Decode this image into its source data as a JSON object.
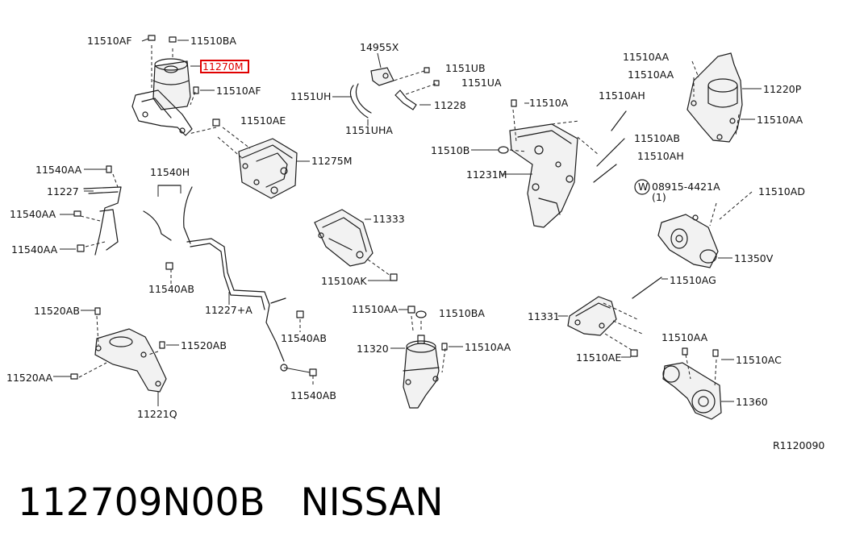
{
  "diagram": {
    "labels": {
      "l_11510AF_top": "11510AF",
      "l_11510BA_top": "11510BA",
      "l_11270M": "11270M",
      "l_11510AF_mid": "11510AF",
      "l_11510AE_top": "11510AE",
      "l_14955X": "14955X",
      "l_1151UB": "1151UB",
      "l_1151UA": "1151UA",
      "l_1151UH": "1151UH",
      "l_11228": "11228",
      "l_1151UHA": "1151UHA",
      "l_11275M": "11275M",
      "l_11510A": "11510A",
      "l_11510AH_1": "11510AH",
      "l_11510AB": "11510AB",
      "l_11510AH_2": "11510AH",
      "l_11510B": "11510B",
      "l_11231M": "11231M",
      "l_11510AA_tr1": "11510AA",
      "l_11510AA_tr2": "11510AA",
      "l_11220P": "11220P",
      "l_11510AA_tr3": "11510AA",
      "l_08915": "08915-4421A",
      "l_08915_qty": "(1)",
      "l_11510AD": "11510AD",
      "l_11350V": "11350V",
      "l_11540AA_1": "11540AA",
      "l_11227": "11227",
      "l_11540AA_2": "11540AA",
      "l_11540AA_3": "11540AA",
      "l_11540H": "11540H",
      "l_11540AB_1": "11540AB",
      "l_11333": "11333",
      "l_11510AK": "11510AK",
      "l_11227A": "11227+A",
      "l_11540AB_2": "11540AB",
      "l_11540AB_3": "11540AB",
      "l_11510AG": "11510AG",
      "l_11520AB_1": "11520AB",
      "l_11520AB_2": "11520AB",
      "l_11520AA": "11520AA",
      "l_11221Q": "11221Q",
      "l_11510AA_mid": "11510AA",
      "l_11510BA_mid": "11510BA",
      "l_11320": "11320",
      "l_11510AA_mid2": "11510AA",
      "l_11331": "11331",
      "l_11510AE_bot": "11510AE",
      "l_11510AA_br": "11510AA",
      "l_11510AC": "11510AC",
      "l_11360": "11360",
      "l_ref": "R1120090",
      "w_symbol": "W"
    }
  },
  "footer": {
    "part_number": "112709N00B",
    "brand": "NISSAN"
  },
  "colors": {
    "highlight": "#e00000",
    "line": "#1a1a1a"
  }
}
